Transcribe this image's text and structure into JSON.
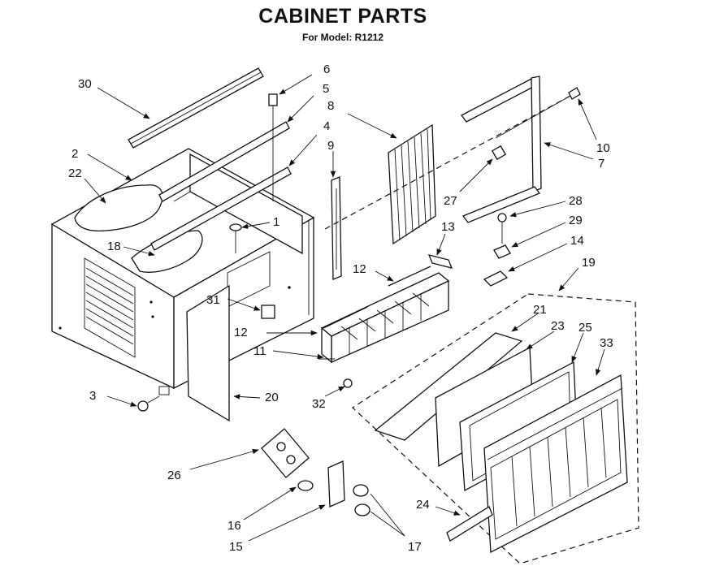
{
  "title": "CABINET PARTS",
  "subtitle": "For Model: R1212",
  "callouts": {
    "c1": "1",
    "c2": "2",
    "c3": "3",
    "c4": "4",
    "c5": "5",
    "c6": "6",
    "c7": "7",
    "c8": "8",
    "c9": "9",
    "c10": "10",
    "c11": "11",
    "c12a": "12",
    "c12b": "12",
    "c13": "13",
    "c14": "14",
    "c15": "15",
    "c16": "16",
    "c17": "17",
    "c18": "18",
    "c19": "19",
    "c20": "20",
    "c21": "21",
    "c22": "22",
    "c23": "23",
    "c24": "24",
    "c25": "25",
    "c26": "26",
    "c27": "27",
    "c28": "28",
    "c29": "29",
    "c30": "30",
    "c31": "31",
    "c32": "32",
    "c33": "33"
  }
}
